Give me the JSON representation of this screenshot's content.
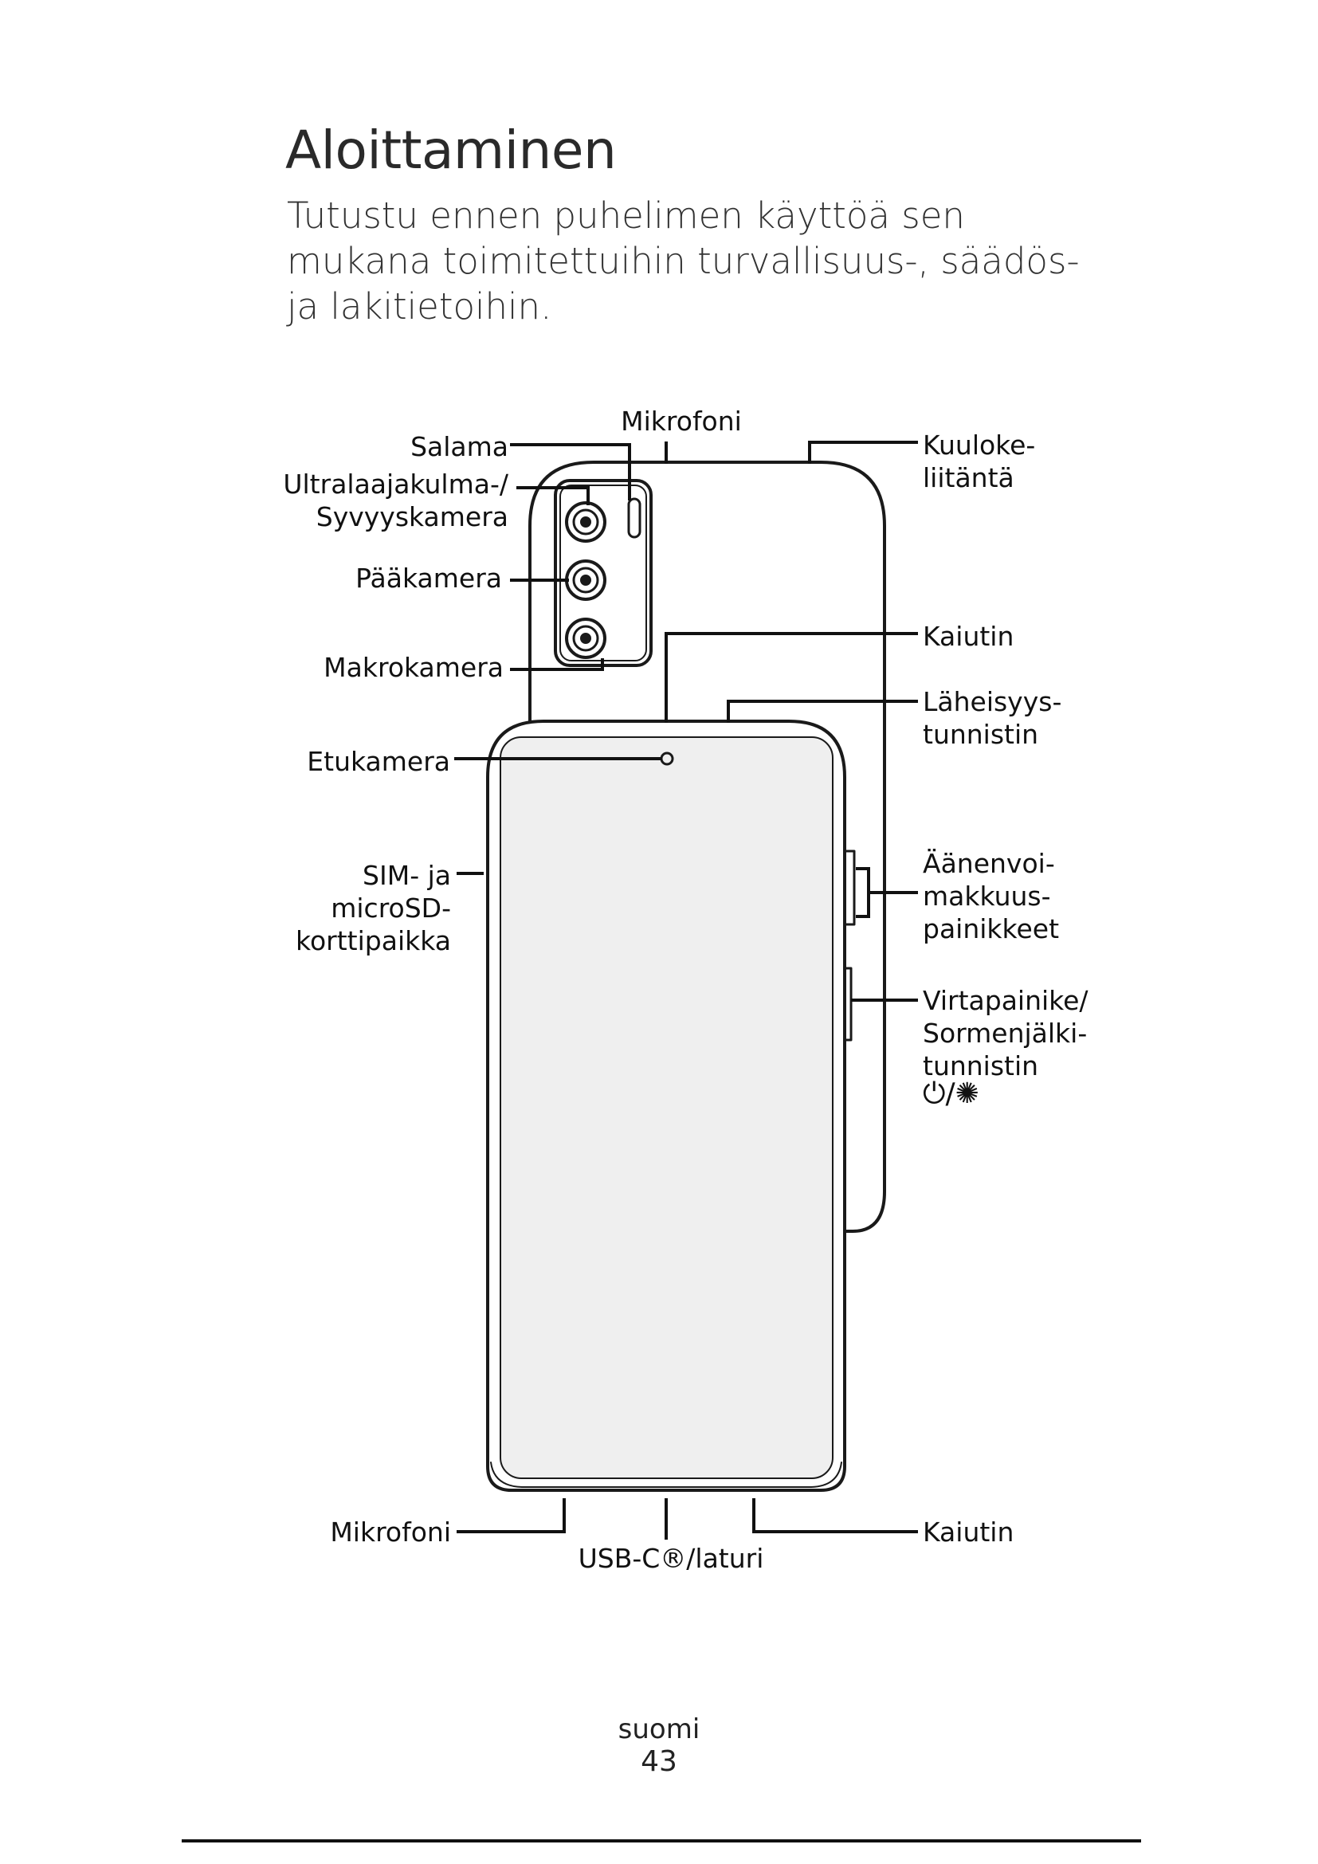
{
  "page": {
    "title": "Aloittaminen",
    "intro": "Tutustu ennen puhelimen käyttöä sen mukana toimitettuihin turvallisuus-, säädös- ja lakitietoihin.",
    "language": "suomi",
    "page_number": "43"
  },
  "diagram": {
    "labels": {
      "microphone_top": "Mikrofoni",
      "flash": "Salama",
      "ultrawide_depth": "Ultralaajakulma-/\nSyvyyskamera",
      "main_camera": "Pääkamera",
      "macro_camera": "Makrokamera",
      "front_camera": "Etukamera",
      "sim_tray": "SIM- ja\nmicroSD-\nkorttipaikka",
      "microphone_bottom": "Mikrofoni",
      "usb_c": "USB-C®/laturi",
      "headphone_jack": "Kuuloke-\nliitäntä",
      "earpiece": "Kaiutin",
      "proximity_sensor": "Läheisyys-\ntunnistin",
      "volume_buttons": "Äänenvoi-\nmakkuus-\npainikkeet",
      "power_fingerprint": "Virtapainike/\nSormenjälki-\ntunnistin",
      "speaker_bottom": "Kaiutin"
    },
    "icons": [
      "power-icon",
      "fingerprint-icon"
    ],
    "icon_glyphs": "⏻/✺"
  }
}
